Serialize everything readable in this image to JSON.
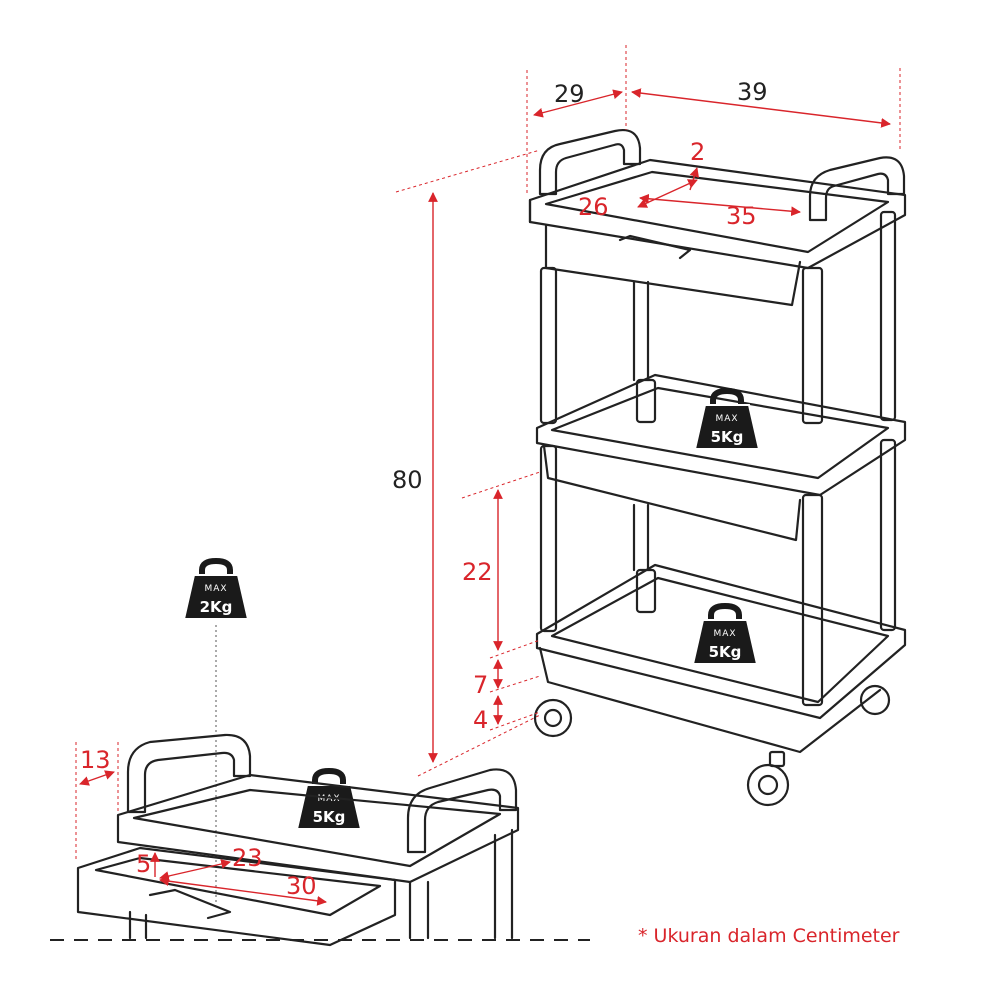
{
  "dimensions": {
    "depth_top": "29",
    "width_top": "39",
    "tray_lip": "2",
    "tray_depth": "26",
    "tray_width": "35",
    "height_total": "80",
    "gap_middle_bottom": "22",
    "basket_height": "7",
    "wheel_clearance": "4",
    "detail_handle": "13",
    "detail_drawer_height": "5",
    "detail_drawer_depth": "23",
    "detail_drawer_width": "30"
  },
  "badges": {
    "max_label": "MAX",
    "middle_load": "5Kg",
    "bottom_load": "5Kg",
    "top_load": "5Kg",
    "drawer_load": "2Kg"
  },
  "note": "* Ukuran dalam Centimeter",
  "colors": {
    "dimension": "#d9252b",
    "outline": "#222222",
    "badge_fill": "#1a1a1a"
  }
}
